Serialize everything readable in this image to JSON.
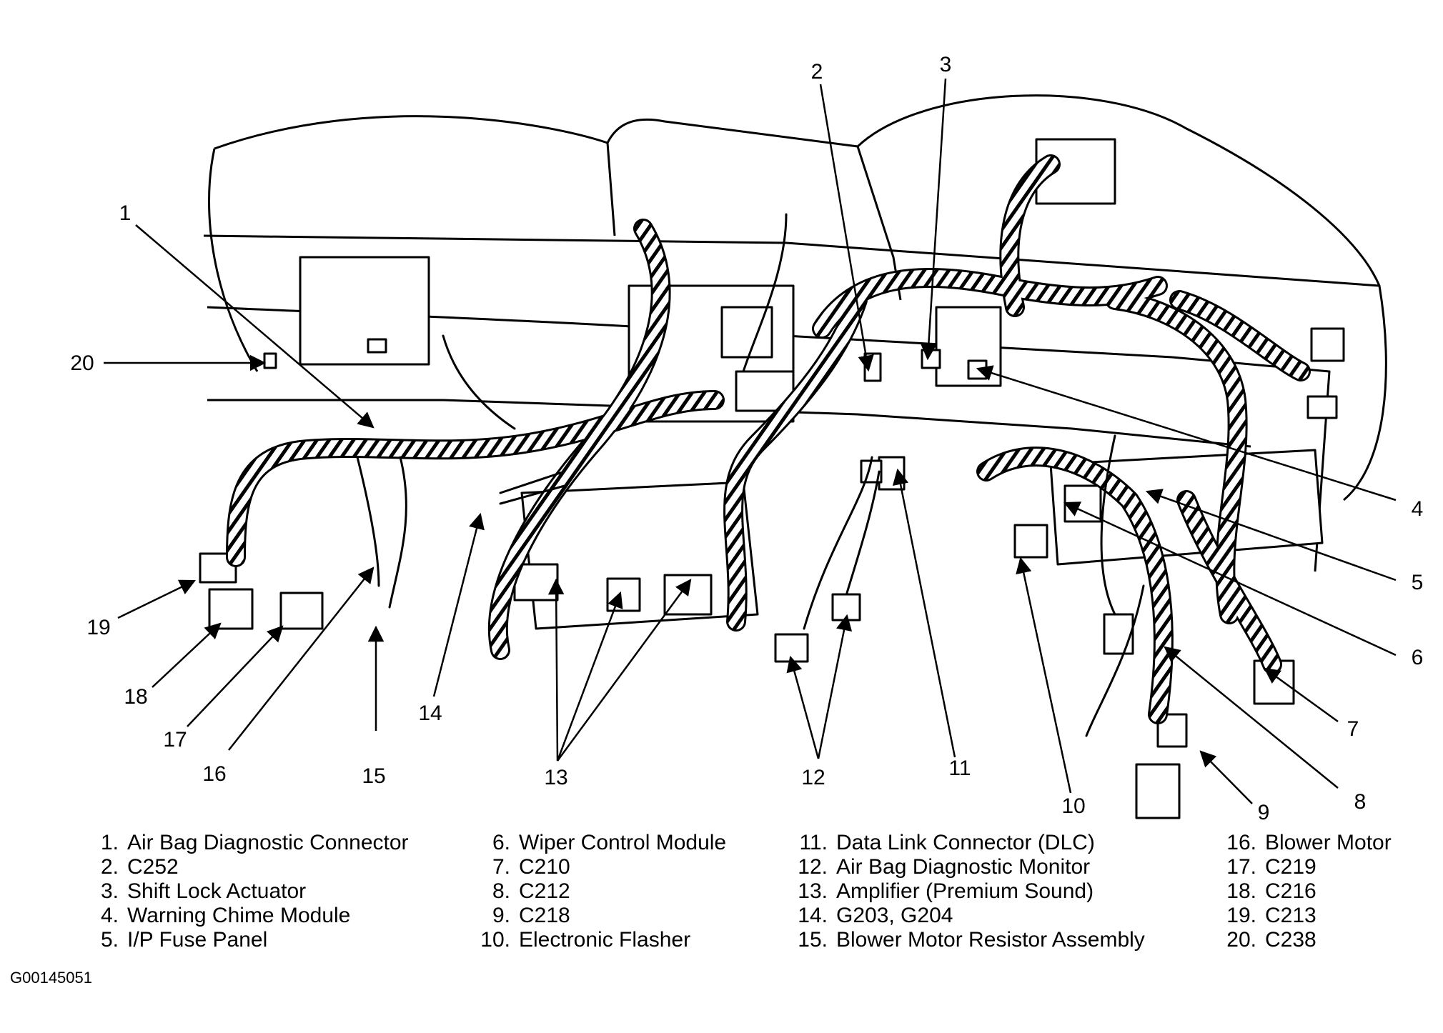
{
  "callouts": [
    "1",
    "2",
    "3",
    "4",
    "5",
    "6",
    "7",
    "8",
    "9",
    "10",
    "11",
    "12",
    "13",
    "14",
    "15",
    "16",
    "17",
    "18",
    "19",
    "20"
  ],
  "legend": {
    "col1": [
      {
        "num": "1.",
        "label": "Air Bag Diagnostic Connector"
      },
      {
        "num": "2.",
        "label": "C252"
      },
      {
        "num": "3.",
        "label": "Shift Lock Actuator"
      },
      {
        "num": "4.",
        "label": "Warning Chime Module"
      },
      {
        "num": "5.",
        "label": "I/P Fuse Panel"
      }
    ],
    "col2": [
      {
        "num": "6.",
        "label": "Wiper Control Module"
      },
      {
        "num": "7.",
        "label": "C210"
      },
      {
        "num": "8.",
        "label": "C212"
      },
      {
        "num": "9.",
        "label": "C218"
      },
      {
        "num": "10.",
        "label": "Electronic Flasher"
      }
    ],
    "col3": [
      {
        "num": "11.",
        "label": "Data Link Connector (DLC)"
      },
      {
        "num": "12.",
        "label": "Air Bag Diagnostic Monitor"
      },
      {
        "num": "13.",
        "label": "Amplifier (Premium Sound)"
      },
      {
        "num": "14.",
        "label": "G203, G204"
      },
      {
        "num": "15.",
        "label": "Blower Motor Resistor Assembly"
      }
    ],
    "col4": [
      {
        "num": "16.",
        "label": "Blower Motor"
      },
      {
        "num": "17.",
        "label": "C219"
      },
      {
        "num": "18.",
        "label": "C216"
      },
      {
        "num": "19.",
        "label": "C213"
      },
      {
        "num": "20.",
        "label": "C238"
      }
    ]
  },
  "figure_id": "G00145051"
}
